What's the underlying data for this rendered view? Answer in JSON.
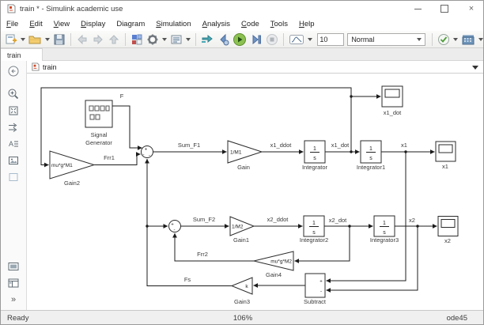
{
  "window": {
    "icon": "simulink-model-icon",
    "title": "train * - Simulink academic use",
    "controls": [
      "minimize",
      "maximize",
      "close"
    ],
    "close_glyph": "×"
  },
  "menu": {
    "items": [
      {
        "label": "File",
        "u": 0
      },
      {
        "label": "Edit",
        "u": 0
      },
      {
        "label": "View",
        "u": 0
      },
      {
        "label": "Display",
        "u": 0
      },
      {
        "label": "Diagram",
        "u": 3
      },
      {
        "label": "Simulation",
        "u": 0
      },
      {
        "label": "Analysis",
        "u": 0
      },
      {
        "label": "Code",
        "u": 0
      },
      {
        "label": "Tools",
        "u": 0
      },
      {
        "label": "Help",
        "u": 0
      }
    ]
  },
  "toolbar": {
    "stop_time": "10",
    "simulation_mode": "Normal",
    "icon_names": [
      "new-model",
      "open-model",
      "save-model",
      "navigate-back",
      "navigate-forward",
      "navigate-up",
      "library-browser",
      "model-configuration",
      "model-explorer",
      "update-diagram",
      "step-back",
      "run",
      "step-forward",
      "stop",
      "data-inspector",
      "update-model-check",
      "deploy-to-hardware"
    ]
  },
  "tab": {
    "label": "train"
  },
  "breadcrumb": {
    "model": "train"
  },
  "palette": {
    "icon_names": [
      "navigation-back",
      "zoom-in",
      "fit-to-view",
      "signal-routing",
      "annotation",
      "image-annotation",
      "area-annotation",
      "viewmarks",
      "model-browser",
      "expand"
    ],
    "annotation_glyph": "A",
    "more": "»"
  },
  "model": {
    "signals": {
      "f": "F",
      "frr1": "Frr1",
      "sum_f1": "Sum_F1",
      "x1_ddot": "x1_ddot",
      "x1_dot": "x1_dot",
      "x1": "x1",
      "sum_f2": "Sum_F2",
      "x2_ddot": "x2_ddot",
      "x2_dot": "x2_dot",
      "x2": "x2",
      "frr2": "Frr2",
      "fs": "Fs"
    },
    "blocks": {
      "signal_generator": {
        "label_lines": [
          "Signal",
          "Generator"
        ]
      },
      "gain2": {
        "text": "mu*g*M1",
        "label": "Gain2"
      },
      "sum1": {
        "signs": [
          "+",
          "-",
          "-"
        ]
      },
      "gain": {
        "text": "1/M1",
        "label": "Gain"
      },
      "integrator": {
        "num": "1",
        "den": "s",
        "label": "Integrator"
      },
      "integrator1": {
        "num": "1",
        "den": "s",
        "label": "Integrator1"
      },
      "scope_x1_dot": {
        "label": "x1_dot"
      },
      "scope_x1": {
        "label": "x1"
      },
      "sum2": {
        "signs": [
          "+",
          "-"
        ]
      },
      "gain1": {
        "text": "1/M2",
        "label": "Gain1"
      },
      "integrator2": {
        "num": "1",
        "den": "s",
        "label": "Integrator2"
      },
      "integrator3": {
        "num": "1",
        "den": "s",
        "label": "Integrator3"
      },
      "scope_x2": {
        "label": "x2"
      },
      "gain4": {
        "text": "mu*g*M2",
        "label": "Gain4"
      },
      "gain3": {
        "text": "k",
        "label": "Gain3"
      },
      "subtract": {
        "signs": [
          "+",
          "-"
        ],
        "label": "Subtract"
      }
    }
  },
  "status": {
    "message": "Ready",
    "zoom": "106%",
    "solver": "ode45"
  }
}
